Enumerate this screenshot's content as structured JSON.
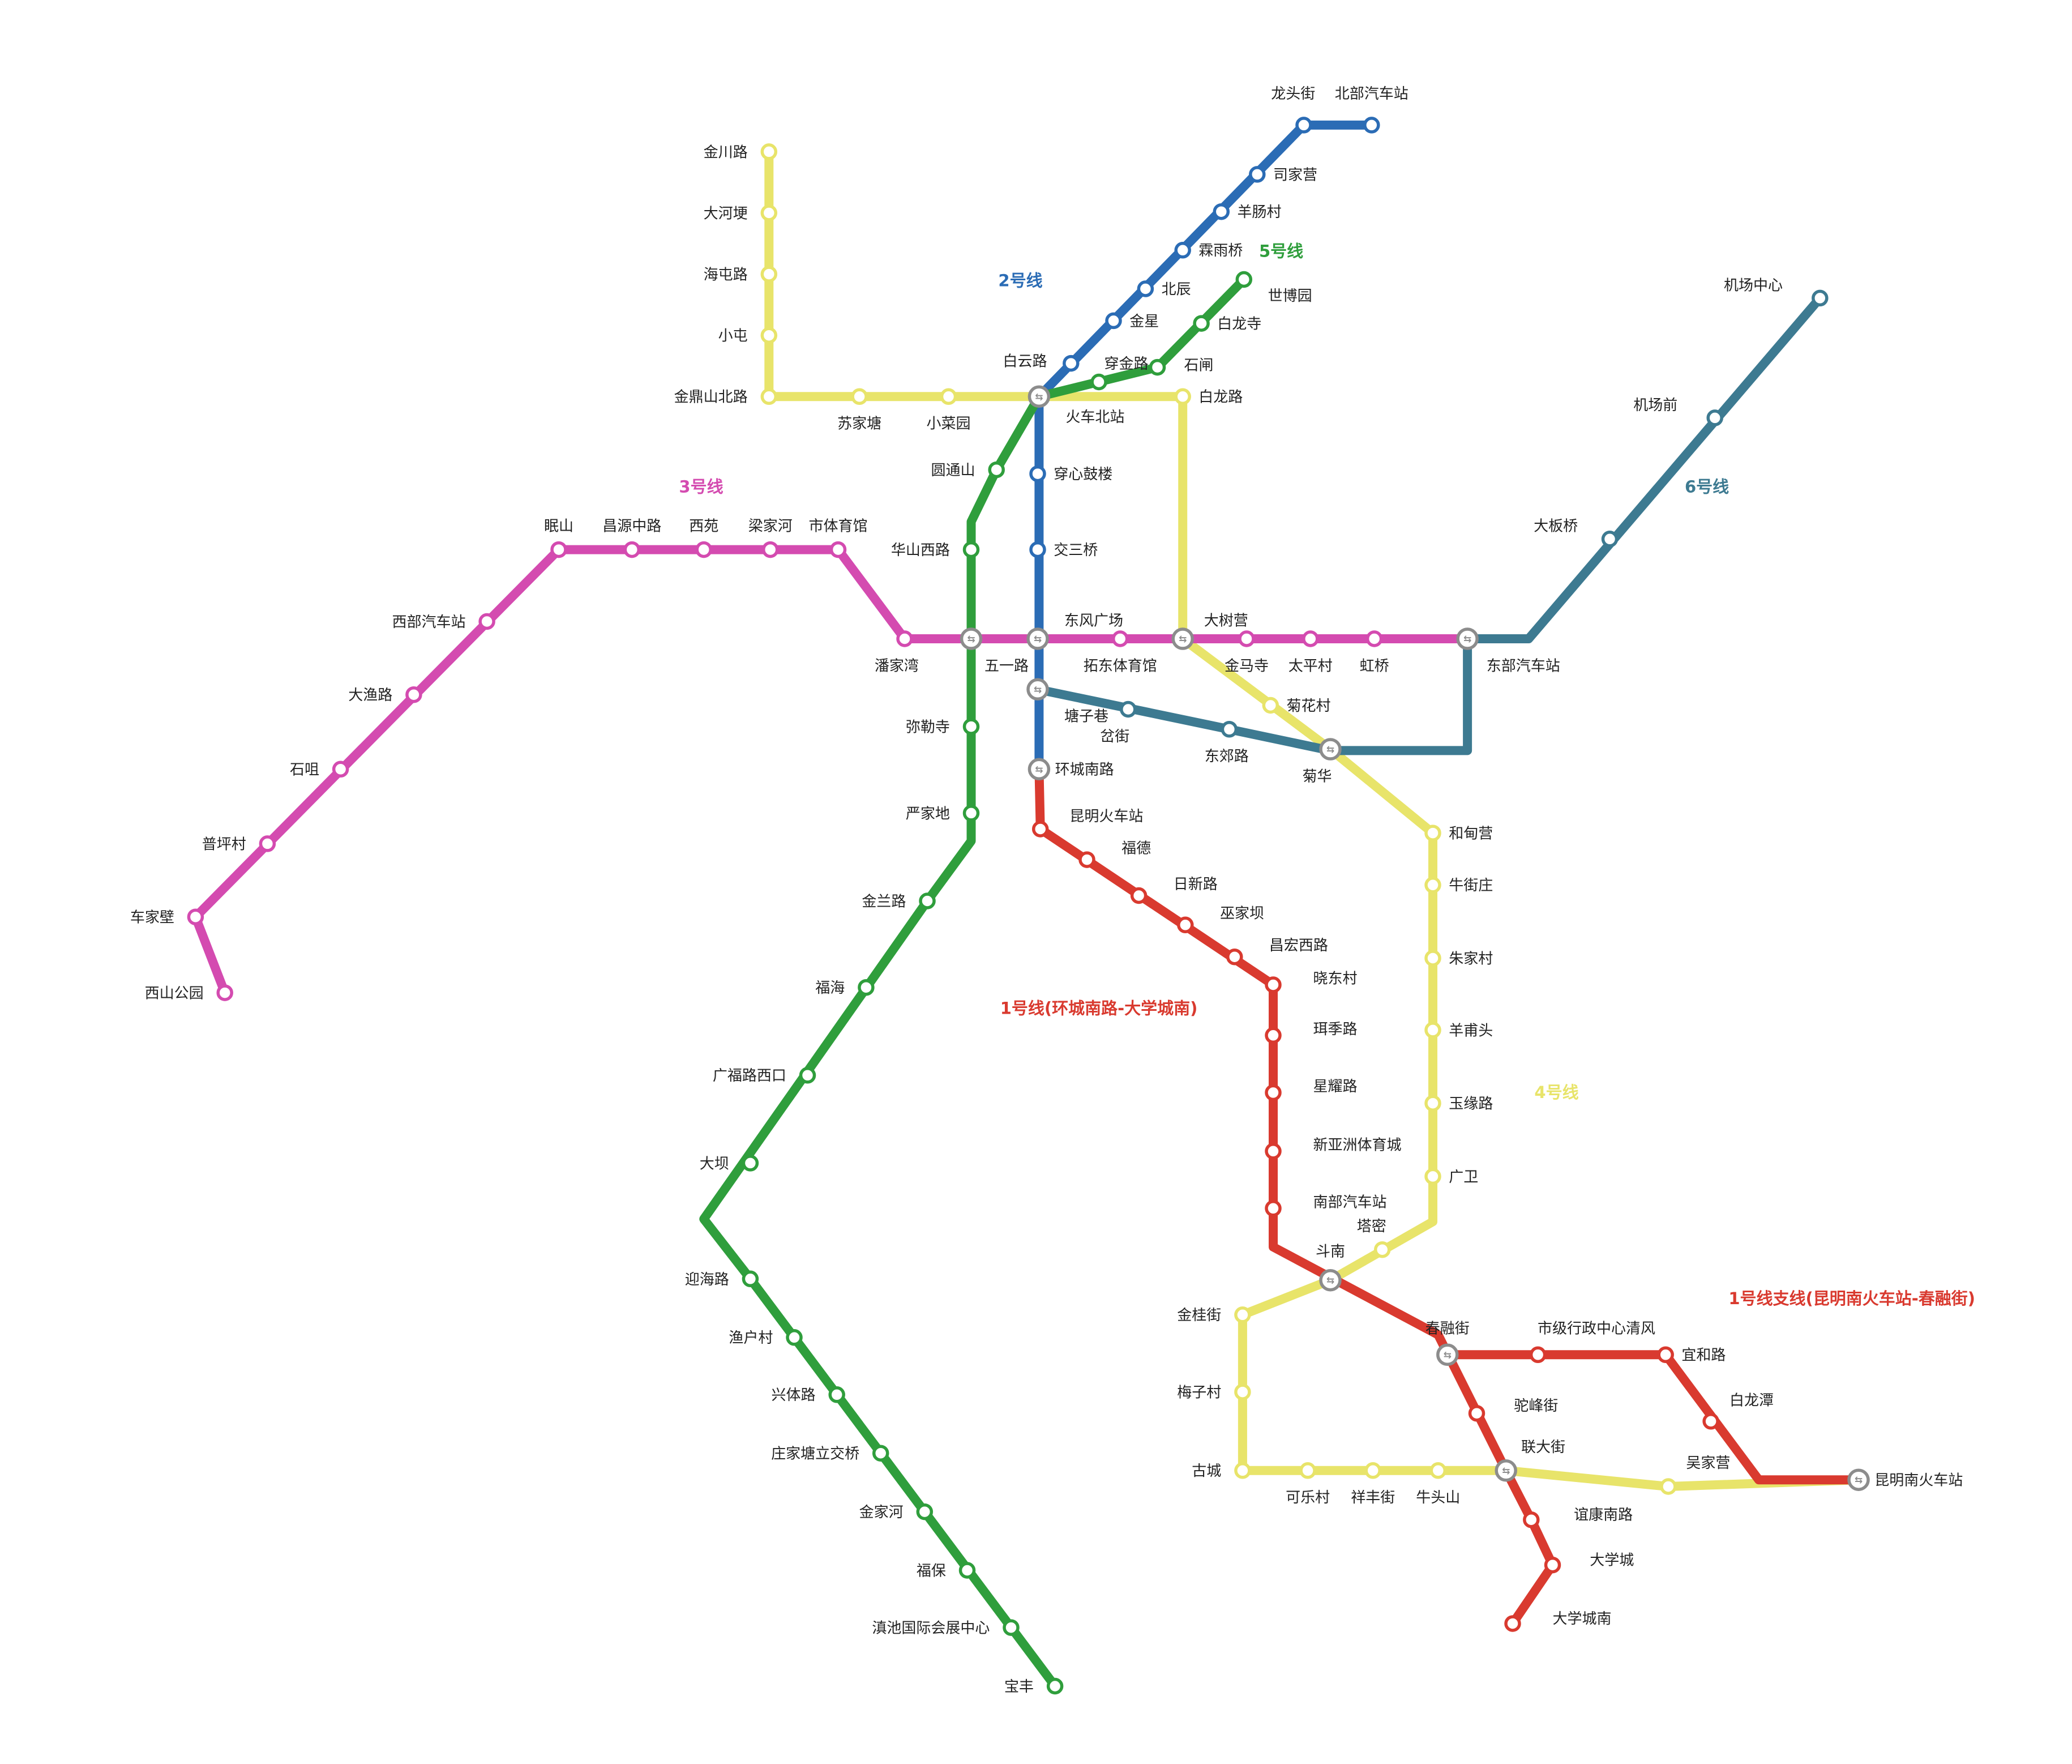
{
  "colors": {
    "line1": "#d93a2f",
    "line2": "#2b6cb5",
    "line3": "#d44bb0",
    "line4": "#e8e46a",
    "line5": "#2f9e3c",
    "line6": "#3d7a91",
    "transfer": "#8c8c8c"
  },
  "transfer_icon": "transfer-arrows-icon",
  "lines": [
    {
      "id": "line2",
      "name": "2号线"
    },
    {
      "id": "line5",
      "name": "5号线"
    },
    {
      "id": "line3",
      "name": "3号线"
    },
    {
      "id": "line6",
      "name": "6号线"
    },
    {
      "id": "line1",
      "name": "1号线(环城南路-大学城南)"
    },
    {
      "id": "line4",
      "name": "4号线"
    },
    {
      "id": "line1b",
      "name": "1号线支线(昆明南火车站-春融街)"
    }
  ],
  "stations": {
    "line2": [
      "北部汽车站",
      "龙头街",
      "司家营",
      "羊肠村",
      "霖雨桥",
      "北辰",
      "金星",
      "白云路",
      "火车北站",
      "穿心鼓楼",
      "交三桥",
      "东风广场",
      "塘子巷",
      "环城南路"
    ],
    "line5": [
      "世博园",
      "白龙寺",
      "石闸",
      "穿金路",
      "火车北站",
      "圆通山",
      "华山西路",
      "五一路",
      "弥勒寺",
      "严家地",
      "金兰路",
      "福海",
      "广福路西口",
      "大坝",
      "迎海路",
      "渔户村",
      "兴体路",
      "庄家塘立交桥",
      "金家河",
      "福保",
      "滇池国际会展中心",
      "宝丰"
    ],
    "line3": [
      "西山公园",
      "车家壁",
      "普坪村",
      "石咀",
      "大渔路",
      "西部汽车站",
      "眠山",
      "昌源中路",
      "西苑",
      "梁家河",
      "市体育馆",
      "潘家湾",
      "五一路",
      "东风广场",
      "拓东体育馆",
      "大树营",
      "金马寺",
      "太平村",
      "虹桥",
      "东部汽车站"
    ],
    "line4": [
      "金川路",
      "大河埂",
      "海屯路",
      "小屯",
      "金鼎山北路",
      "苏家塘",
      "小菜园",
      "火车北站",
      "白龙路",
      "大树营",
      "菊花村",
      "菊华",
      "和甸营",
      "牛街庄",
      "朱家村",
      "羊甫头",
      "玉缘路",
      "广卫",
      "塔密",
      "斗南",
      "金桂街",
      "梅子村",
      "古城",
      "可乐村",
      "祥丰街",
      "牛头山",
      "联大街",
      "吴家营",
      "昆明南火车站"
    ],
    "line6": [
      "机场中心",
      "机场前",
      "大板桥",
      "东部汽车站",
      "菊华",
      "东郊路",
      "岔街",
      "塘子巷"
    ],
    "line1": [
      "环城南路",
      "昆明火车站",
      "福德",
      "日新路",
      "巫家坝",
      "昌宏西路",
      "晓东村",
      "珥季路",
      "星耀路",
      "新亚洲体育城",
      "南部汽车站",
      "斗南",
      "春融街",
      "驼峰街",
      "联大街",
      "谊康南路",
      "大学城",
      "大学城南"
    ],
    "line1b": [
      "春融街",
      "市级行政中心清风",
      "宜和路",
      "白龙潭",
      "昆明南火车站"
    ]
  }
}
